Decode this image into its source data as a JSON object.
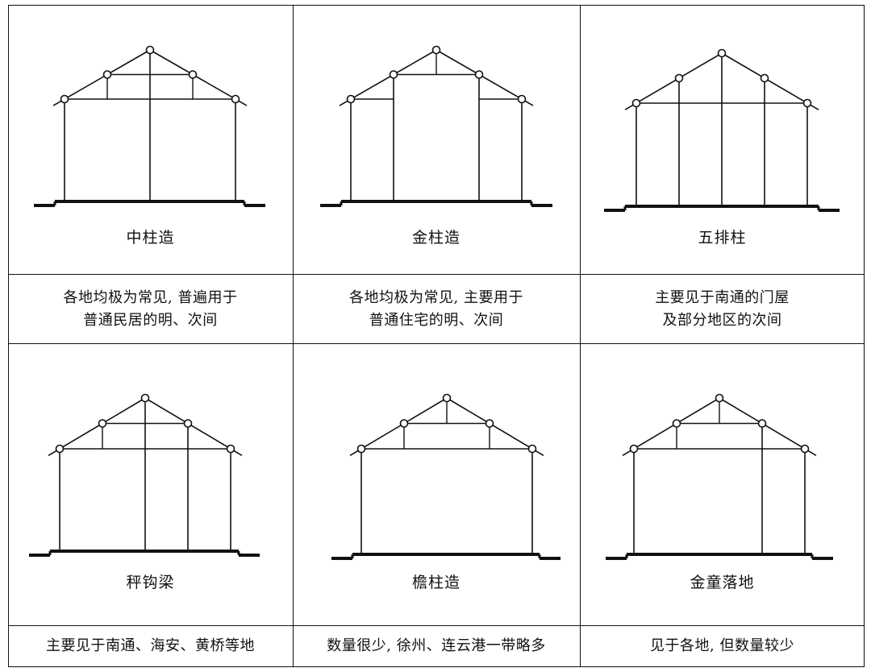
{
  "panels": [
    {
      "name": "中柱造",
      "desc": [
        "各地均极为常见, 普遍用于",
        "普通民居的明、次间"
      ],
      "type": "zhongzhu"
    },
    {
      "name": "金柱造",
      "desc": [
        "各地均极为常见, 主要用于",
        "普通住宅的明、次间"
      ],
      "type": "jinzhu"
    },
    {
      "name": "五排柱",
      "desc": [
        "主要见于南通的门屋",
        "及部分地区的次间"
      ],
      "type": "wupai"
    },
    {
      "name": "秤钩梁",
      "desc": [
        "主要见于南通、海安、黄桥等地"
      ],
      "type": "chenggou"
    },
    {
      "name": "檐柱造",
      "desc": [
        "数量很少, 徐州、连云港一带略多"
      ],
      "type": "yanzhu"
    },
    {
      "name": "金童落地",
      "desc": [
        "见于各地, 但数量较少"
      ],
      "type": "jintong"
    }
  ]
}
